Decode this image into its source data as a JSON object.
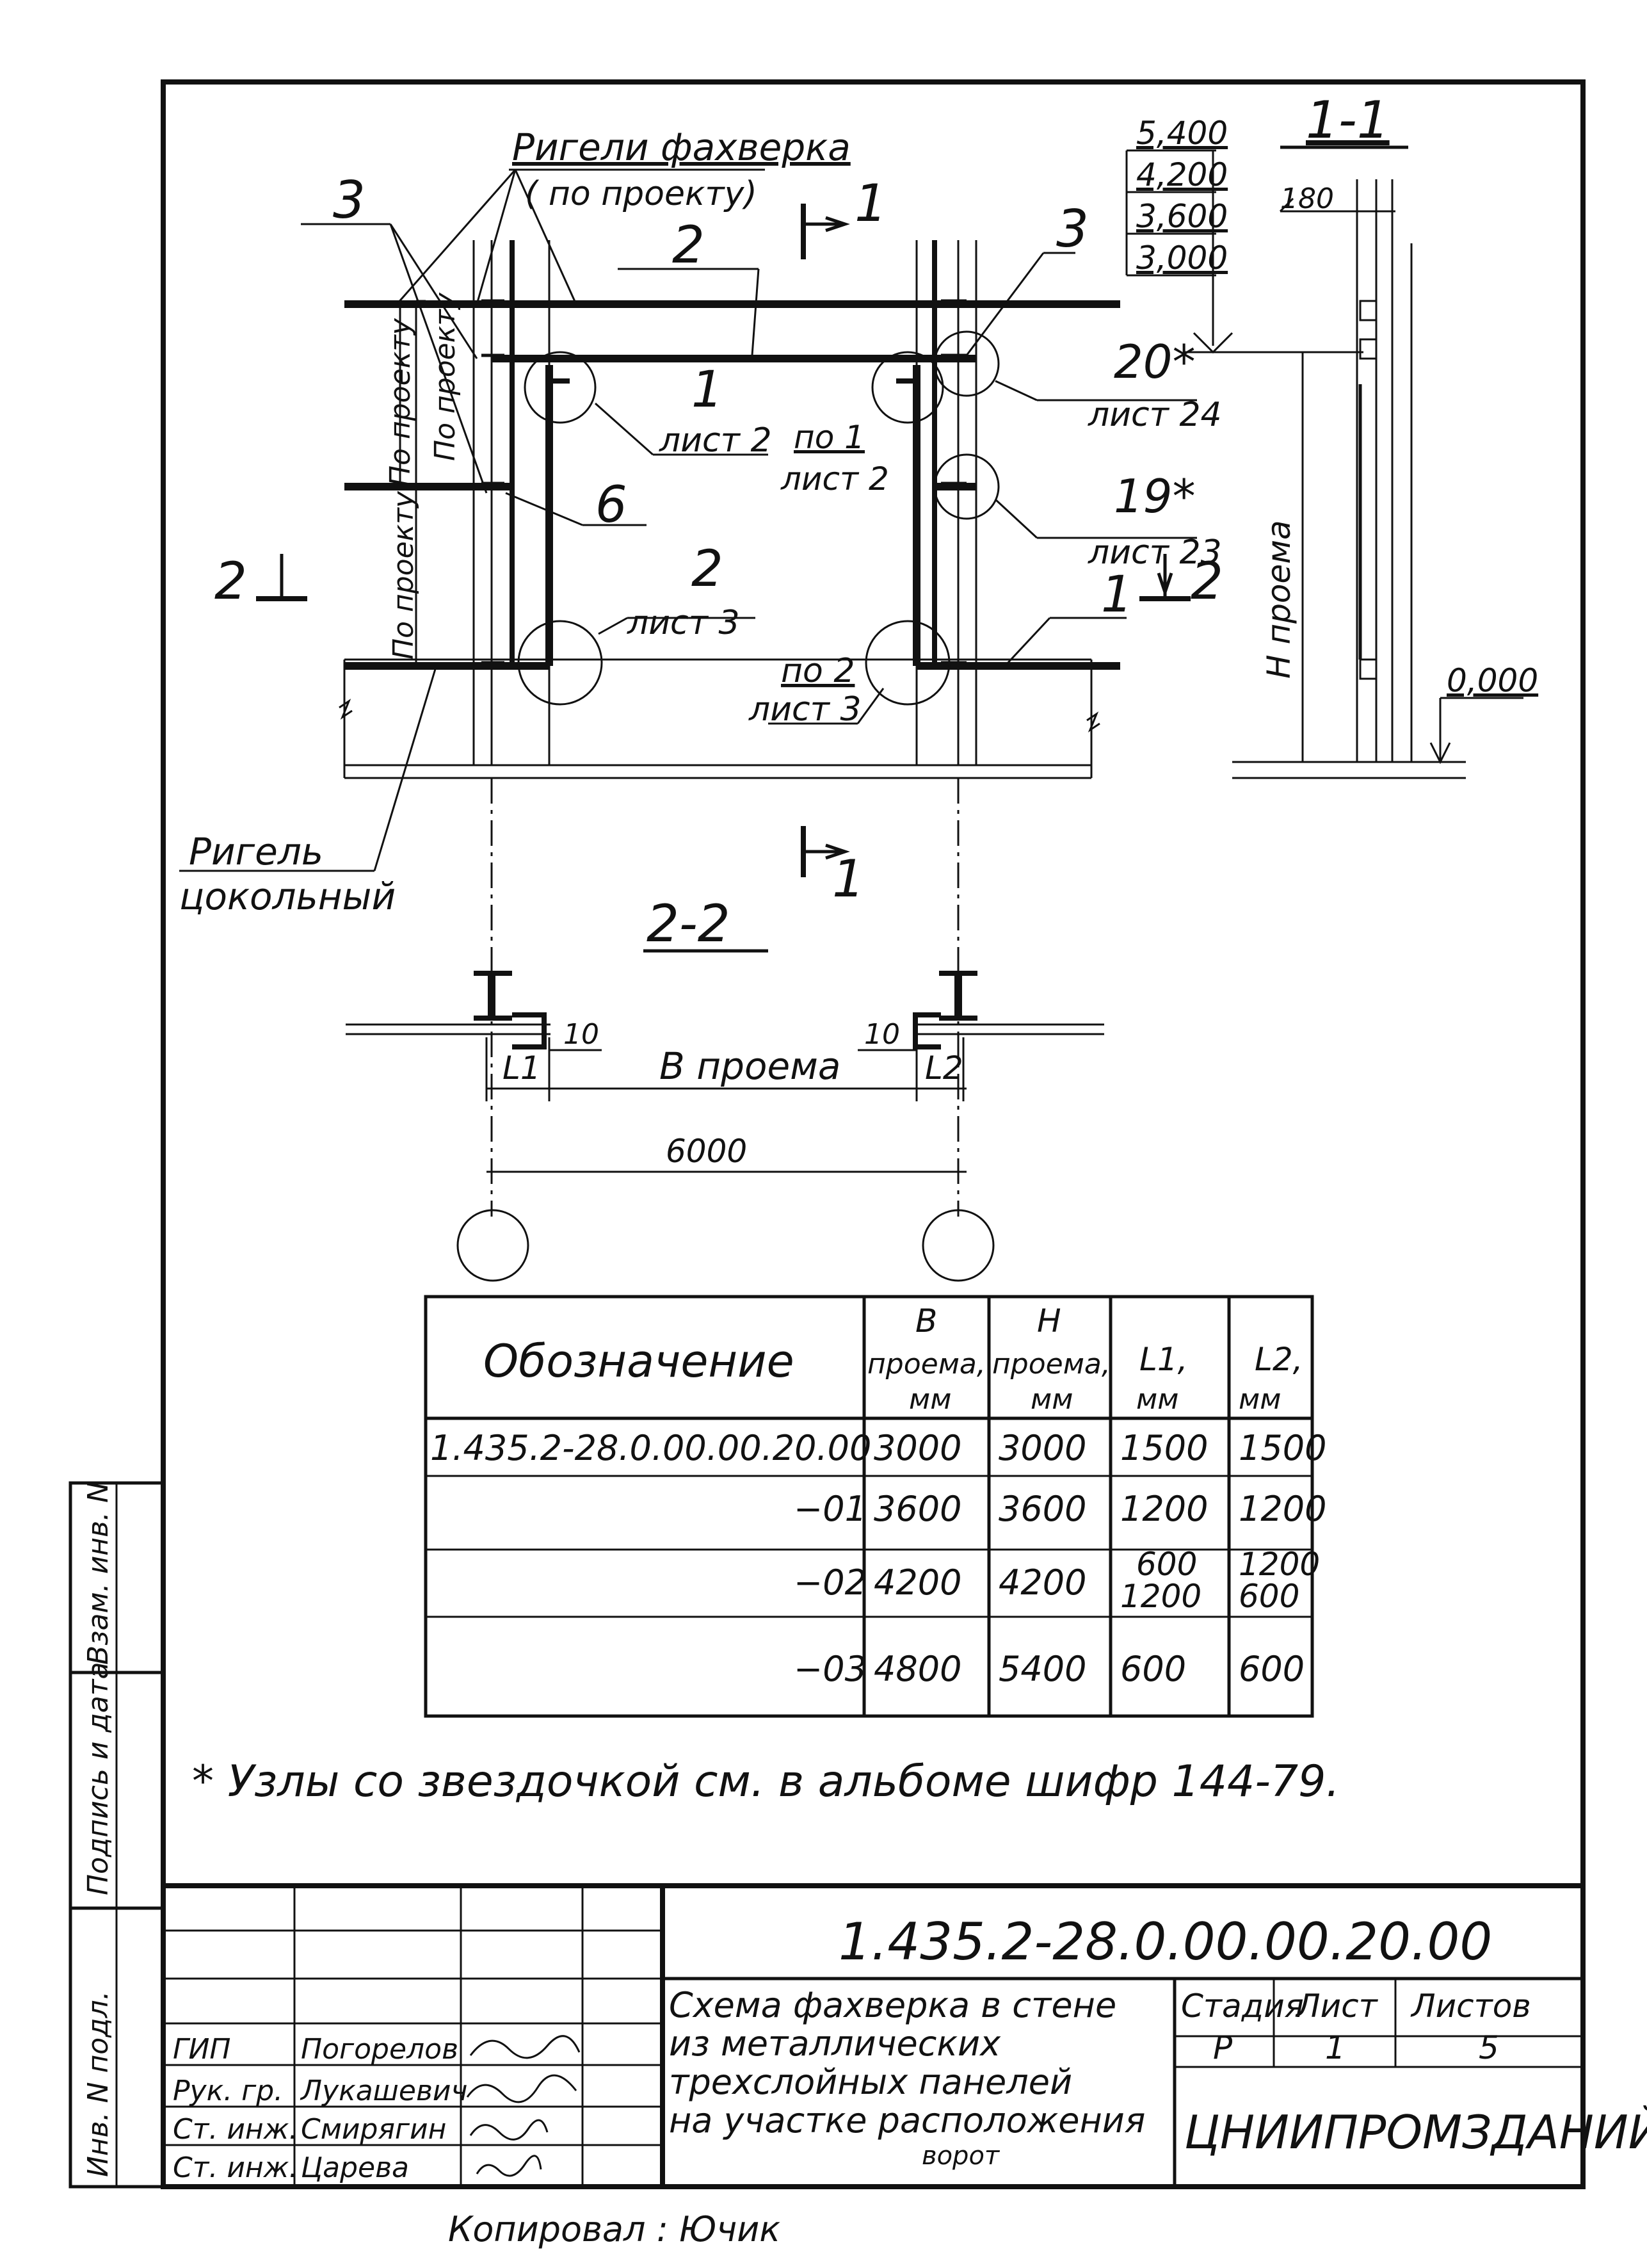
{
  "top_view": {
    "label_rigeli": "Ригели фахверка",
    "label_po_proektu_paren": "( по проекту)",
    "num_3_left": "3",
    "num_2": "2",
    "num_3_right": "3",
    "section_1_top": "1",
    "section_1_bottom": "1",
    "po_proektu_1": "По проекту",
    "po_proektu_2": "По проекту",
    "po_proektu_3": "По проекту",
    "node1_num": "1",
    "node1_sheet": "лист 2",
    "node1_mirror_num": "по 1",
    "node1_mirror_sheet": "лист 2",
    "node20_num": "20*",
    "node20_sheet": "лист 24",
    "num_6": "6",
    "node19_num": "19*",
    "node19_sheet": "лист 23",
    "section_2_left": "2",
    "section_2_right": "2",
    "node2_num": "2",
    "node2_sheet": "лист 3",
    "num_1_right": "1",
    "node2_mirror_num": "по 2",
    "node2_mirror_sheet": "лист 3",
    "label_rigel_cokol_1": "Ригель",
    "label_rigel_cokol_2": "цокольный"
  },
  "section_1_1": {
    "title": "1-1",
    "elev_1": "5,400",
    "elev_2": "4,200",
    "elev_3": "3,600",
    "elev_4": "3,000",
    "dim_180": "180",
    "h_proema": "H проема",
    "elev_zero": "0,000"
  },
  "section_2_2": {
    "title": "2-2",
    "dim_10_left": "10",
    "dim_10_right": "10",
    "l1": "L1",
    "l2": "L2",
    "b_proema": "B проема",
    "dim_6000": "6000"
  },
  "table": {
    "headers": {
      "designation": "Обозначение",
      "b_1": "B",
      "b_2": "проема,",
      "b_3": "мм",
      "h_1": "H",
      "h_2": "проема,",
      "h_3": "мм",
      "l1_1": "L1,",
      "l1_2": "мм",
      "l2_1": "L2,",
      "l2_2": "мм"
    },
    "rows": [
      {
        "designation": "1.435.2-28.0.00.00.20.00",
        "b": "3000",
        "h": "3000",
        "l1": "1500",
        "l2": "1500"
      },
      {
        "designation": "−01",
        "b": "3600",
        "h": "3600",
        "l1": "1200",
        "l2": "1200"
      },
      {
        "designation": "−02",
        "b": "4200",
        "h": "4200",
        "l1": "600",
        "l1b": "1200",
        "l2": "1200",
        "l2b": "600"
      },
      {
        "designation": "−03",
        "b": "4800",
        "h": "5400",
        "l1": "600",
        "l2": "600"
      }
    ]
  },
  "note": "* Узлы со звездочкой см. в альбоме шифр 144-79.",
  "title_block": {
    "code": "1.435.2-28.0.00.00.20.00",
    "desc_1": "Схема фахверка в стене",
    "desc_2": "из металлических",
    "desc_3": "трехслойных панелей",
    "desc_4": "на участке расположения",
    "desc_5": "ворот",
    "stage_label": "Стадия",
    "sheet_label": "Лист",
    "sheets_label": "Листов",
    "stage": "Р",
    "sheet": "1",
    "sheets": "5",
    "org": "ЦНИИПРОМЗДАНИЙ",
    "staff": [
      {
        "role": "ГИП",
        "name": "Погорелов"
      },
      {
        "role": "Рук. гр.",
        "name": "Лукашевич"
      },
      {
        "role": "Ст. инж.",
        "name": "Смирягин"
      },
      {
        "role": "Ст. инж.",
        "name": "Царева"
      }
    ],
    "copied": "Копировал : Ючик"
  },
  "side_stamp": {
    "vzam": "Взам. инв. N",
    "podpis": "Подпись и дата",
    "inv": "Инв. N подл."
  }
}
